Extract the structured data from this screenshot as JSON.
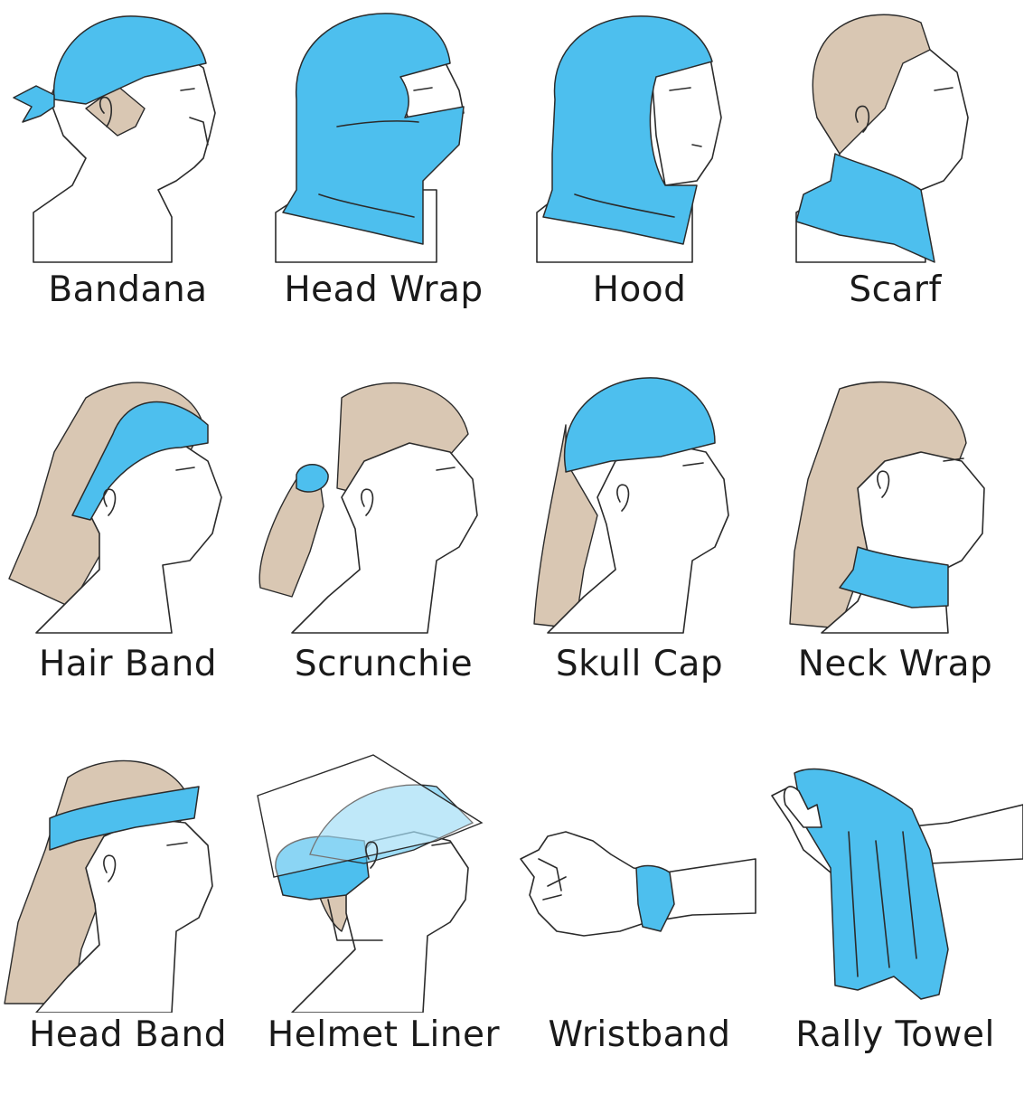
{
  "items": [
    {
      "label": "Bandana",
      "icon": "bandana-illustration"
    },
    {
      "label": "Head Wrap",
      "icon": "head-wrap-illustration"
    },
    {
      "label": "Hood",
      "icon": "hood-illustration"
    },
    {
      "label": "Scarf",
      "icon": "scarf-illustration"
    },
    {
      "label": "Hair Band",
      "icon": "hair-band-illustration"
    },
    {
      "label": "Scrunchie",
      "icon": "scrunchie-illustration"
    },
    {
      "label": "Skull Cap",
      "icon": "skull-cap-illustration"
    },
    {
      "label": "Neck Wrap",
      "icon": "neck-wrap-illustration"
    },
    {
      "label": "Head Band",
      "icon": "head-band-illustration"
    },
    {
      "label": "Helmet Liner",
      "icon": "helmet-liner-illustration"
    },
    {
      "label": "Wristband",
      "icon": "wristband-illustration"
    },
    {
      "label": "Rally Towel",
      "icon": "rally-towel-illustration"
    }
  ],
  "colors": {
    "fabric": "#4dbfee",
    "hair": "#d9c7b3",
    "outline": "#2b2b2b",
    "background": "#ffffff"
  }
}
